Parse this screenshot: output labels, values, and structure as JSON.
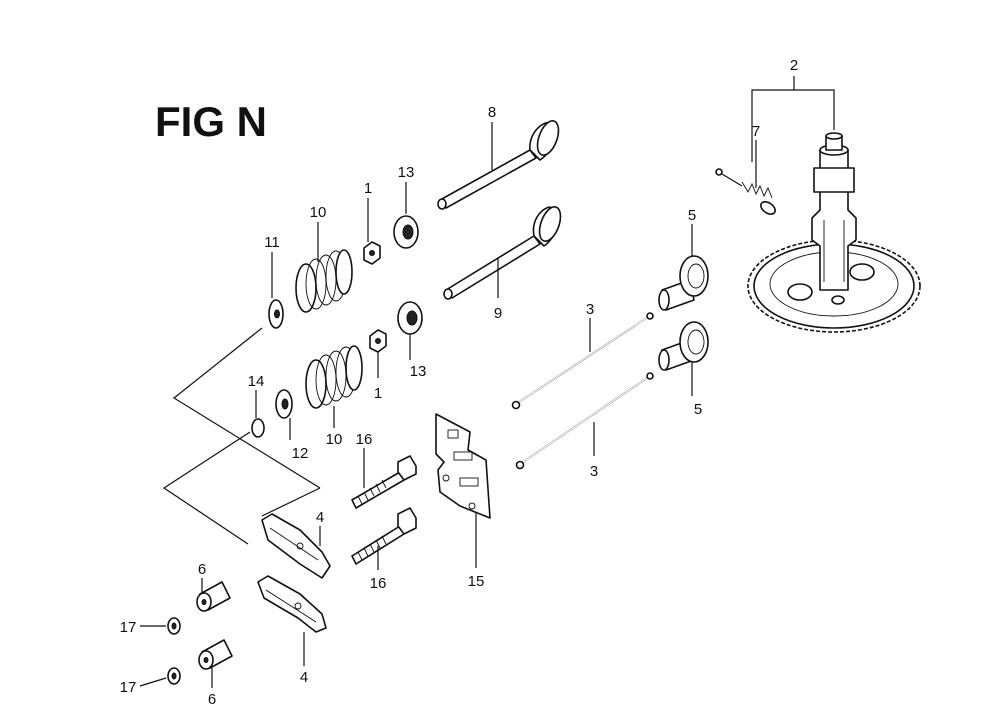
{
  "figure": {
    "title": "FIG N"
  },
  "callouts": [
    {
      "id": "c1a",
      "number": "1"
    },
    {
      "id": "c1b",
      "number": "1"
    },
    {
      "id": "c2",
      "number": "2"
    },
    {
      "id": "c3a",
      "number": "3"
    },
    {
      "id": "c3b",
      "number": "3"
    },
    {
      "id": "c4a",
      "number": "4"
    },
    {
      "id": "c4b",
      "number": "4"
    },
    {
      "id": "c5a",
      "number": "5"
    },
    {
      "id": "c5b",
      "number": "5"
    },
    {
      "id": "c6a",
      "number": "6"
    },
    {
      "id": "c6b",
      "number": "6"
    },
    {
      "id": "c7",
      "number": "7"
    },
    {
      "id": "c8",
      "number": "8"
    },
    {
      "id": "c9",
      "number": "9"
    },
    {
      "id": "c10a",
      "number": "10"
    },
    {
      "id": "c10b",
      "number": "10"
    },
    {
      "id": "c11",
      "number": "11"
    },
    {
      "id": "c12",
      "number": "12"
    },
    {
      "id": "c13a",
      "number": "13"
    },
    {
      "id": "c13b",
      "number": "13"
    },
    {
      "id": "c14",
      "number": "14"
    },
    {
      "id": "c15",
      "number": "15"
    },
    {
      "id": "c16a",
      "number": "16"
    },
    {
      "id": "c16b",
      "number": "16"
    },
    {
      "id": "c17a",
      "number": "17"
    },
    {
      "id": "c17b",
      "number": "17"
    }
  ]
}
